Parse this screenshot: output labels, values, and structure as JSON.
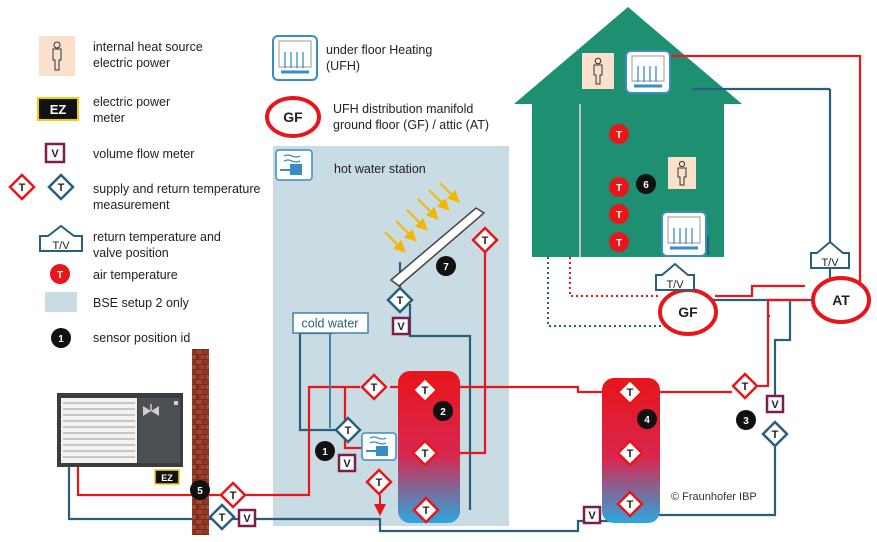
{
  "legend": {
    "internal_heat_source": [
      "internal heat source",
      "electric power"
    ],
    "ufh": [
      "under floor Heating",
      "(UFH)"
    ],
    "electric_meter": [
      "electric power",
      "meter"
    ],
    "ez_label": "EZ",
    "gf_label": "GF",
    "manifold": [
      "UFH distribution manifold",
      "ground floor (GF) / attic (AT)"
    ],
    "volume_flow": "volume flow meter",
    "v_label": "V",
    "hot_water_station": "hot water station",
    "supply_return": [
      "supply and return temperature",
      "measurement"
    ],
    "t_label": "T",
    "return_valve": [
      "return temperature and",
      "valve position"
    ],
    "tv_label": "T/V",
    "air_temperature": "air temperature",
    "bse_setup": "BSE setup 2 only",
    "sensor_position": "sensor position id",
    "sensor_id_example": "1"
  },
  "diagram": {
    "cold_water": "cold water",
    "gf_label": "GF",
    "at_label": "AT",
    "ez_label": "EZ",
    "copyright": "© Fraunhofer IBP",
    "sensor_ids": [
      "1",
      "2",
      "3",
      "4",
      "5",
      "6",
      "7"
    ],
    "t_label": "T",
    "v_label": "V",
    "tv_label": "T/V"
  },
  "colors": {
    "supply": "#e8151b",
    "return": "#2a5f7c",
    "house": "#1f8f72",
    "bse": "#c9dbe3",
    "tank_top": "#e8151b",
    "tank_bottom": "#2aa8e0",
    "legend_skin": "#fbe1cc",
    "solar": "#f2b705"
  }
}
